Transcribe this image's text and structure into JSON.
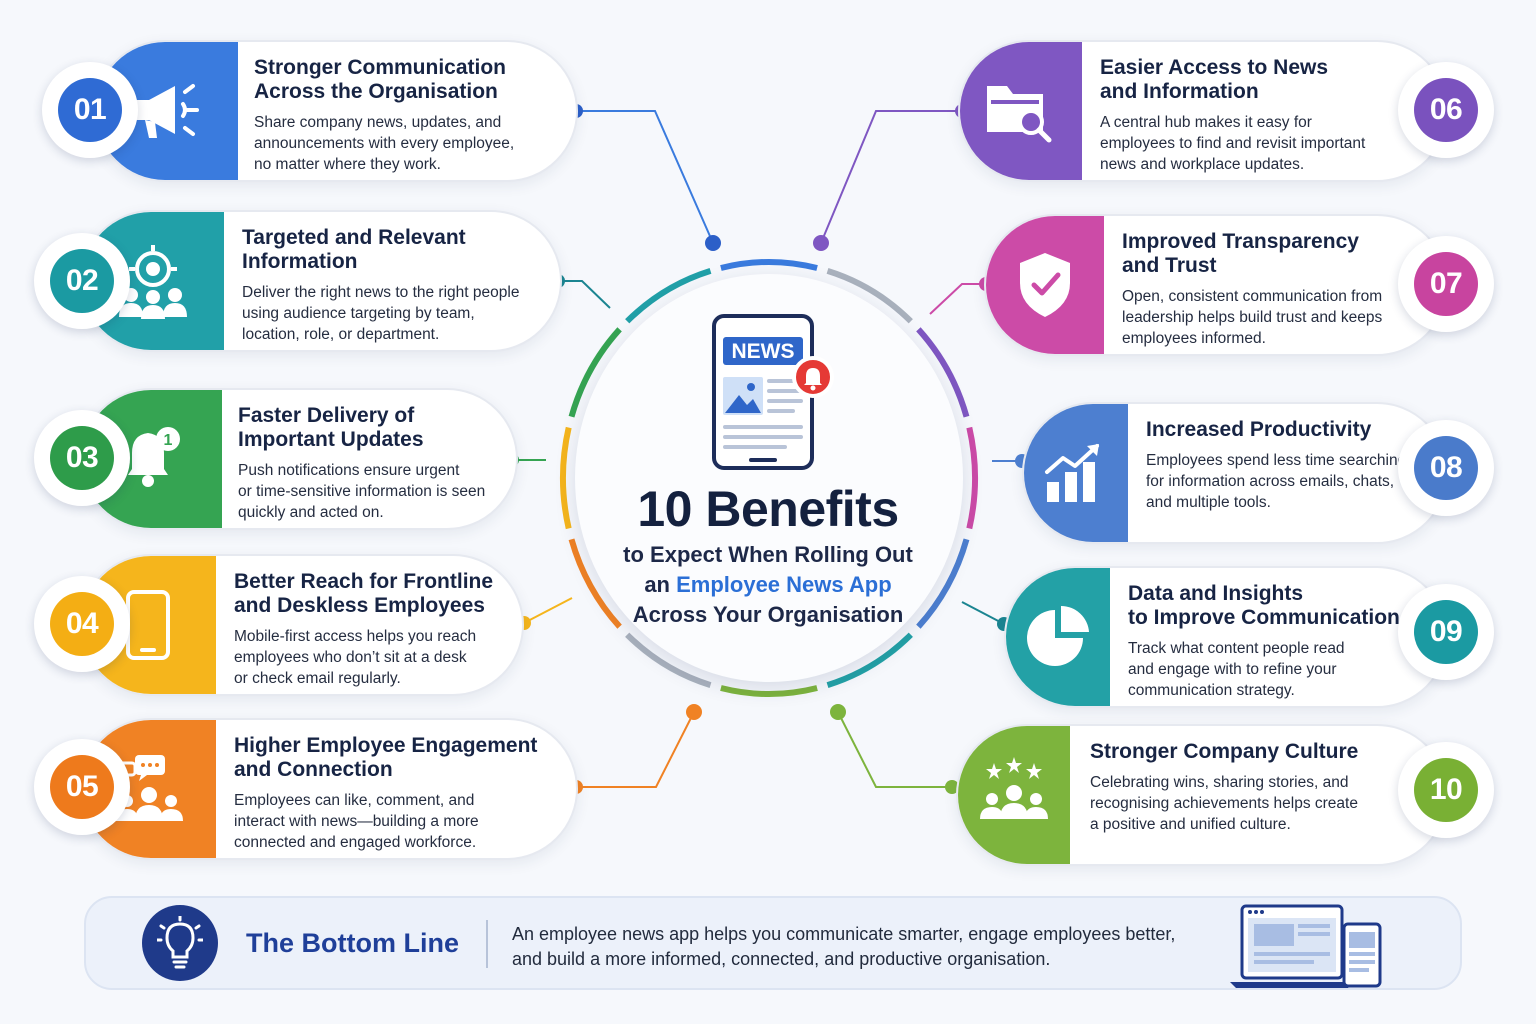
{
  "hero": {
    "title": "10 Benefits",
    "line1": "to Expect When Rolling Out",
    "line2_pre": "an ",
    "line2_accent": "Employee News App",
    "line3": "Across Your Organisation",
    "news_label": "NEWS"
  },
  "benefits": [
    {
      "number": "01",
      "title1": "Stronger Communication",
      "title2": "Across the Organisation",
      "desc1": "Share company news, updates, and",
      "desc2": "announcements with every employee,",
      "desc3": "no matter where they work.",
      "color": "#3a7bde",
      "icon": "megaphone-icon"
    },
    {
      "number": "02",
      "title1": "Targeted and Relevant",
      "title2": "Information",
      "desc1": "Deliver the right news to the right people",
      "desc2": "using audience targeting by team,",
      "desc3": "location, role, or department.",
      "color": "#21a0a8",
      "icon": "audience-target-icon"
    },
    {
      "number": "03",
      "title1": "Faster Delivery of",
      "title2": "Important Updates",
      "desc1": "Push notifications ensure urgent",
      "desc2": "or time-sensitive information is seen",
      "desc3": "quickly and acted on.",
      "color": "#35a452",
      "icon": "bell-notification-icon"
    },
    {
      "number": "04",
      "title1": "Better Reach for Frontline",
      "title2": "and Deskless Employees",
      "desc1": "Mobile-first access helps you reach",
      "desc2": "employees who don’t sit at a desk",
      "desc3": "or check email regularly.",
      "color": "#f5b51c",
      "icon": "mobile-phone-icon"
    },
    {
      "number": "05",
      "title1": "Higher Employee Engagement",
      "title2": "and Connection",
      "desc1": "Employees can like, comment, and",
      "desc2": "interact with news—building a more",
      "desc3": "connected and engaged workforce.",
      "color": "#f08224",
      "icon": "people-chat-icon"
    },
    {
      "number": "06",
      "title1": "Easier Access to News",
      "title2": "and Information",
      "desc1": "A central hub makes it easy for",
      "desc2": "employees to find and revisit important",
      "desc3": "news and workplace updates.",
      "color": "#7f57c2",
      "icon": "folder-search-icon"
    },
    {
      "number": "07",
      "title1": "Improved Transparency",
      "title2": "and Trust",
      "desc1": "Open, consistent communication from",
      "desc2": "leadership helps build trust and keeps",
      "desc3": "employees informed.",
      "color": "#cc4ba7",
      "icon": "shield-check-icon"
    },
    {
      "number": "08",
      "title1": "Increased Productivity",
      "title2": "",
      "desc1": "Employees spend less time searching",
      "desc2": "for information across emails, chats,",
      "desc3": "and multiple tools.",
      "color": "#4d7fd0",
      "icon": "growth-chart-icon"
    },
    {
      "number": "09",
      "title1": "Data and Insights",
      "title2": "to Improve Communication",
      "desc1": "Track what content people read",
      "desc2": "and engage with to refine your",
      "desc3": "communication strategy.",
      "color": "#23a1a6",
      "icon": "pie-chart-icon"
    },
    {
      "number": "10",
      "title1": "Stronger Company Culture",
      "title2": "",
      "desc1": "Celebrating wins, sharing stories, and",
      "desc2": "recognising achievements helps create",
      "desc3": "a positive and unified culture.",
      "color": "#7db43d",
      "icon": "team-stars-icon"
    }
  ],
  "bottom_line": {
    "title": "The Bottom Line",
    "text1": "An employee news app helps you communicate smarter, engage employees better,",
    "text2": "and build a more informed, connected, and productive organisation.",
    "icon": "lightbulb-icon",
    "device_icon": "laptop-phone-icon",
    "accent": "#1f3f99"
  }
}
